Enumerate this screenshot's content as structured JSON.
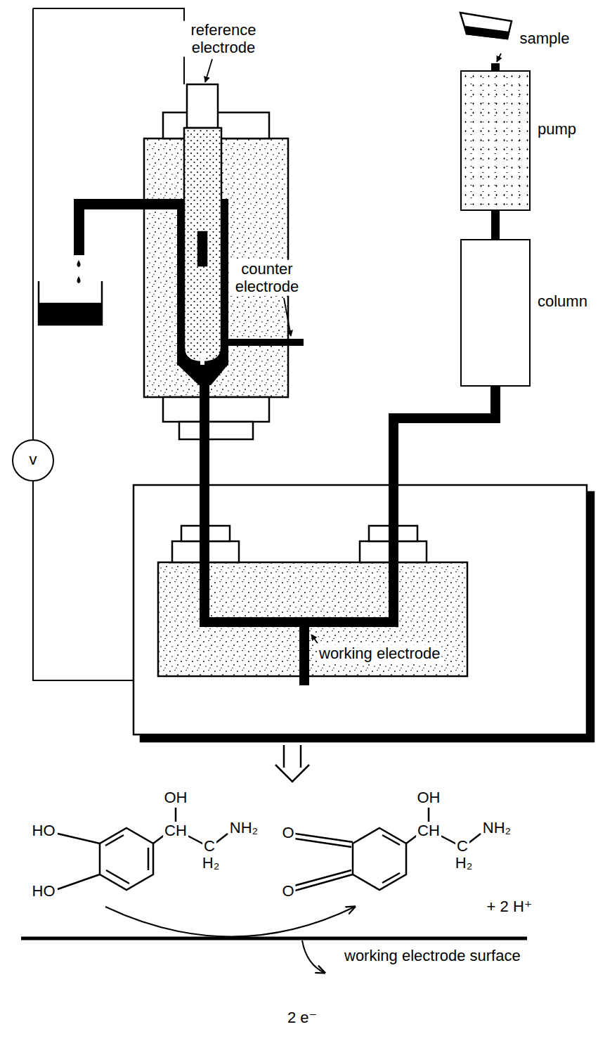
{
  "diagram": {
    "nodes": [
      {
        "text": [
          "pump"
        ]
      },
      {
        "text": [
          "column"
        ]
      },
      {
        "text": [
          "v"
        ]
      }
    ],
    "edges": [
      {
        "from": 0,
        "to": 1,
        "arrow": "none"
      }
    ],
    "labels": [
      "reference electrode",
      "sample",
      "counter electrode",
      "working electrode",
      "OH",
      "HO",
      "CH",
      "NH₂",
      "C",
      "H₂",
      "HO",
      "O",
      "OH",
      "CH",
      "NH₂",
      "C",
      "H₂",
      "O",
      "+ 2 H⁺",
      "working electrode surface",
      "2 e⁻"
    ]
  }
}
